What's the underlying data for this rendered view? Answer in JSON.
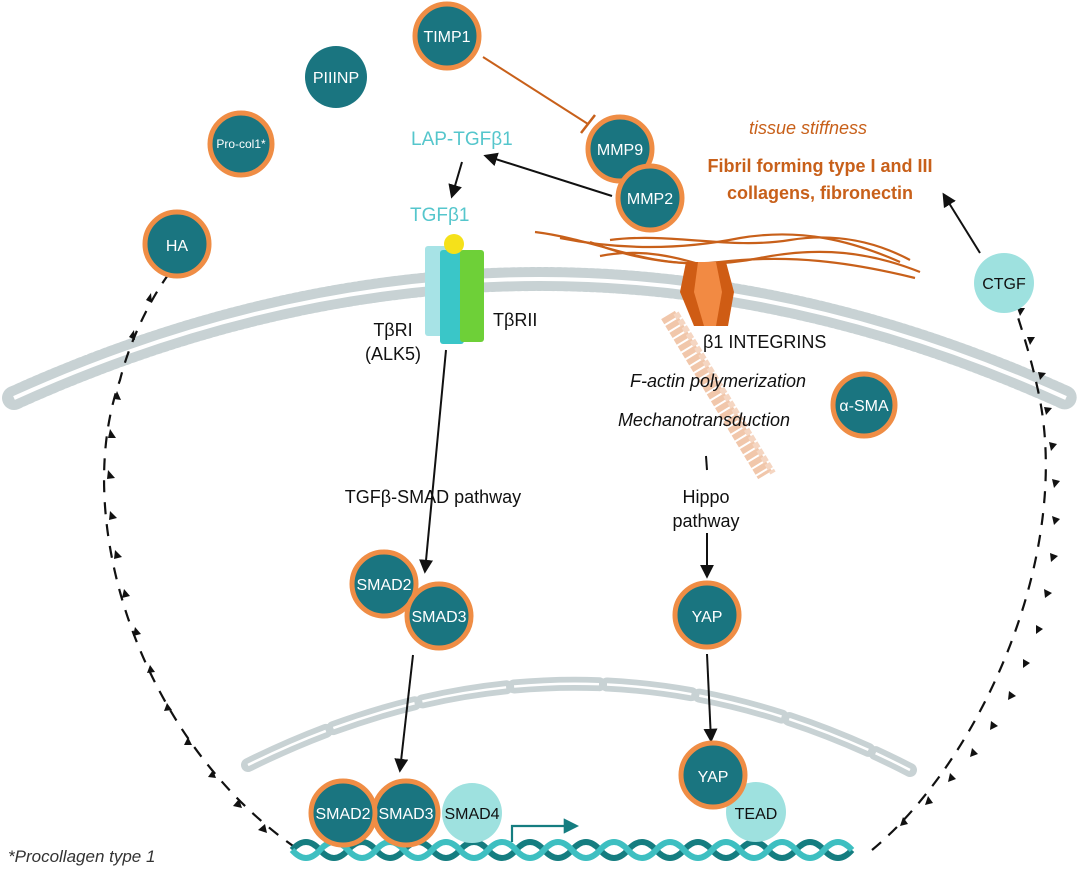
{
  "colors": {
    "teal_node": "#1a7580",
    "orange_ring": "#ef8d45",
    "light_teal": "#9ee1df",
    "membrane": "#c9d3d4",
    "fibril": "#c8601a",
    "text_orange": "#c8601a",
    "text_cyan": "#55c6cc",
    "dna_dark": "#157d80",
    "dna_light": "#3ebfc1"
  },
  "extracellular": {
    "timp1": "TIMP1",
    "piiinp": "PIIINP",
    "procol1": "Pro-col1*",
    "ha": "HA",
    "mmp9": "MMP9",
    "mmp2": "MMP2",
    "lap_tgfb1": "LAP-TGFβ1",
    "tgfb1": "TGFβ1",
    "tissue_stiffness": "tissue stiffness",
    "fibril_line1": "Fibril forming type I and III",
    "fibril_line2": "collagens, fibronectin",
    "ctgf": "CTGF"
  },
  "receptors": {
    "tbri_line1": "TβRI",
    "tbri_line2": "(ALK5)",
    "tbrii": "TβRII",
    "integrins": "β1 INTEGRINS"
  },
  "cytoplasm": {
    "factin": "F-actin polymerization",
    "mechano": "Mechanotransduction",
    "asma": "α-SMA",
    "smad_pathway": "TGFβ-SMAD pathway",
    "hippo_line1": "Hippo",
    "hippo_line2": "pathway",
    "smad2": "SMAD2",
    "smad3": "SMAD3",
    "yap": "YAP"
  },
  "nucleus": {
    "smad2": "SMAD2",
    "smad3": "SMAD3",
    "smad4": "SMAD4",
    "yap": "YAP",
    "tead": "TEAD"
  },
  "footnote": "*Procollagen type 1"
}
